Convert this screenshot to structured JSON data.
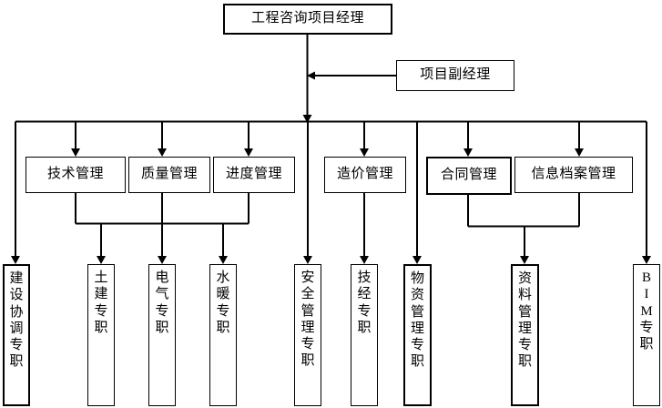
{
  "diagram": {
    "title_text": "",
    "type": "organization-chart",
    "language": "zh",
    "colors": {
      "line": "#000000",
      "box_border": "#000000",
      "box_fill": "#ffffff",
      "text": "#000000",
      "background": "#ffffff"
    },
    "levels": {
      "level1_label": "",
      "level2_label": "",
      "level3_label": "",
      "level4_label": ""
    },
    "nodes": {
      "top_manager": "工程咨询项目经理",
      "deputy_manager": "项目副经理",
      "dept_tech": "技术管理",
      "dept_quality": "质量管理",
      "dept_schedule": "进度管理",
      "dept_cost": "造价管理",
      "dept_contract": "合同管理",
      "dept_archive": "信息档案管理",
      "staff_construction_coord": "建设\n协调\n专职",
      "staff_civil": "土建\n专职",
      "staff_electrical": "电气\n专职",
      "staff_hvac": "水暖\n专职",
      "staff_safety": "安全\n管理\n专职",
      "staff_tech_econ": "技经\n专职",
      "staff_material": "物资\n管理\n专职",
      "staff_document": "资料\n管理\n专职",
      "staff_bim": "B\nI\nM\n专职"
    }
  }
}
